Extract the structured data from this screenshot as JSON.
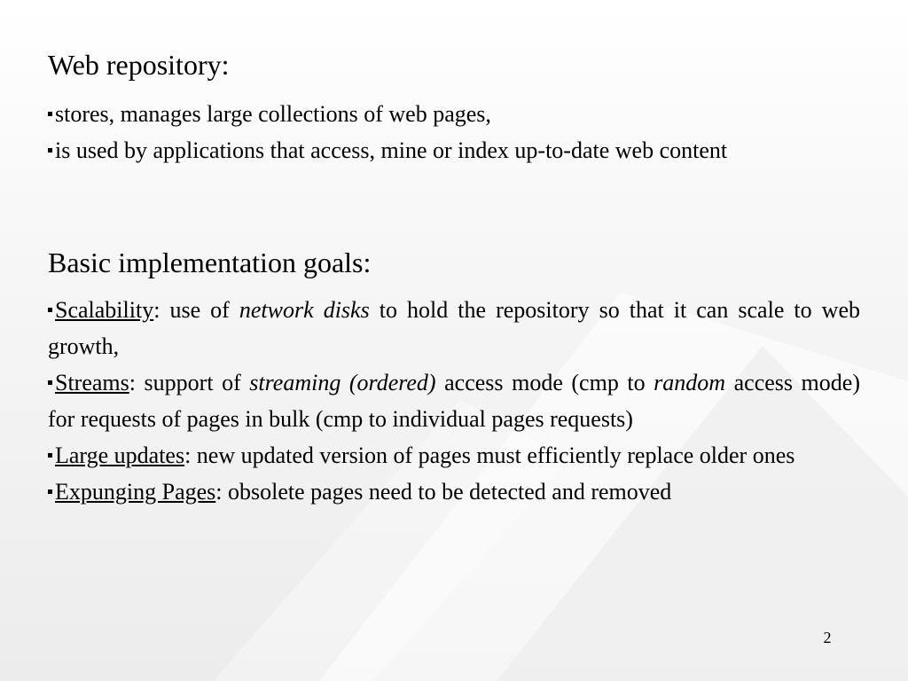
{
  "section1": {
    "heading": "Web repository:",
    "items": [
      {
        "text": "stores, manages large collections of web pages,"
      },
      {
        "text": "is used by applications that access, mine or index up-to-date web content"
      }
    ]
  },
  "section2": {
    "heading": "Basic implementation goals:",
    "items": [
      {
        "term": "Scalability",
        "t1": ": use of ",
        "em1": "network disks",
        "t2": " to hold the repository so that it can scale to web growth,"
      },
      {
        "term": "Streams",
        "t1": ": support of ",
        "em1": "streaming (ordered)",
        "t2": " access mode (cmp to ",
        "em2": "random",
        "t3": " access mode) for requests of pages in bulk (cmp to individual pages requests)"
      },
      {
        "term": "Large updates",
        "t1": ": new updated version of pages must efficiently replace older ones"
      },
      {
        "term": "Expunging Pages",
        "t1": ": obsolete pages need to be detected and removed"
      }
    ]
  },
  "footer": {
    "page_number": "2"
  }
}
